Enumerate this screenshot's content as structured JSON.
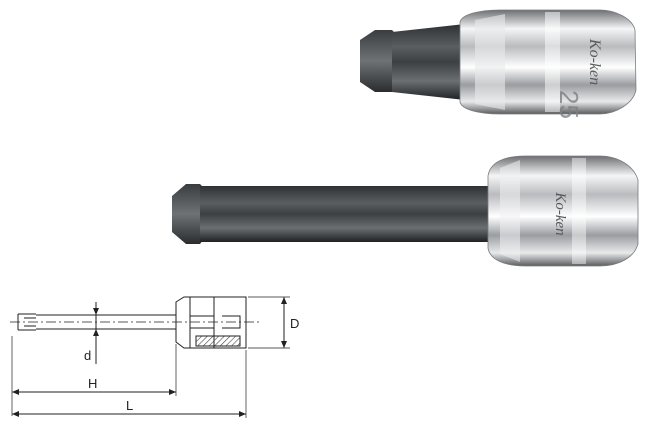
{
  "photo": {
    "top_socket_marking": "Ko-ken",
    "bottom_socket_marking": "Ko-ken"
  },
  "drawing": {
    "labels": {
      "D": "D",
      "d": "d",
      "H": "H",
      "L": "L"
    }
  }
}
